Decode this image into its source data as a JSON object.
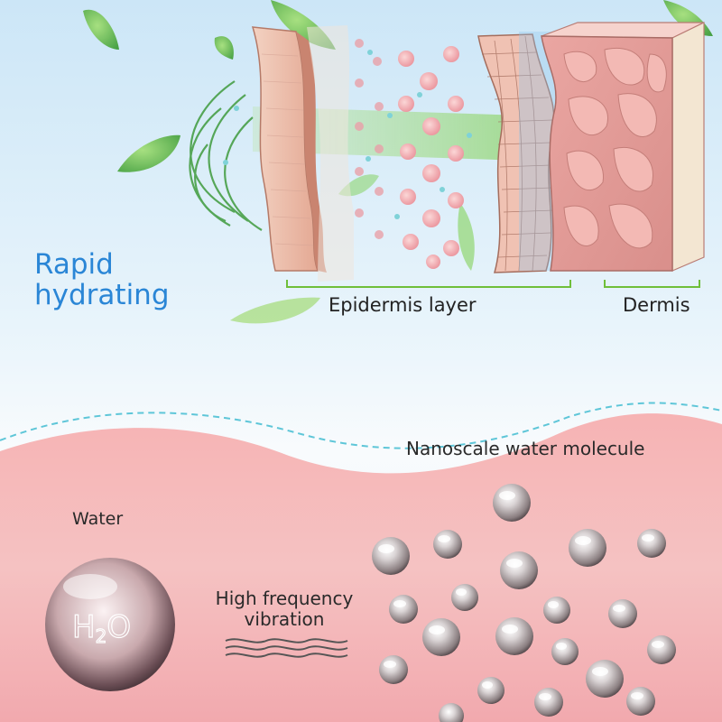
{
  "title": {
    "line1": "Rapid",
    "line2": "hydrating"
  },
  "labels": {
    "epidermis": "Epidermis layer",
    "dermis": "Dermis",
    "nanoscale": "Nanoscale water molecule",
    "water": "Water",
    "vibration_line1": "High frequency",
    "vibration_line2": "vibration"
  },
  "molecule": {
    "formula_main": "H",
    "formula_sub": "2",
    "formula_end": "O"
  },
  "colors": {
    "title_blue": "#2a86d6",
    "bracket_green": "#6fbf3a",
    "wave_dash": "#5ec6d8",
    "pink_band": "#f3a8ad",
    "sky_blue": "#cfe8f6"
  }
}
